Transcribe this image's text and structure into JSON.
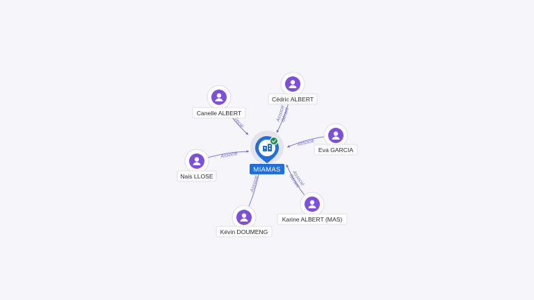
{
  "company": {
    "name": "MIAMAS",
    "status": "active",
    "accent_color": "#1f6fe0",
    "icon": "building-icon",
    "status_icon": "check-icon"
  },
  "people": [
    {
      "id": "canelle",
      "name": "Canelle ALBERT",
      "icon": "person-icon"
    },
    {
      "id": "cedric",
      "name": "Cédric ALBERT",
      "icon": "person-icon"
    },
    {
      "id": "eva",
      "name": "Eva GARCIA",
      "icon": "person-icon"
    },
    {
      "id": "nais",
      "name": "Nais LLOSE",
      "icon": "person-icon"
    },
    {
      "id": "kevin",
      "name": "Kévin DOUMENG",
      "icon": "person-icon"
    },
    {
      "id": "karine",
      "name": "Karine ALBERT (MAS)",
      "icon": "person-icon"
    }
  ],
  "relations": [
    {
      "person": "canelle",
      "roles": [
        "Associé"
      ]
    },
    {
      "person": "cedric",
      "roles": [
        "Gérant",
        "Associé"
      ]
    },
    {
      "person": "eva",
      "roles": [
        "Associé"
      ]
    },
    {
      "person": "nais",
      "roles": [
        "Associé"
      ]
    },
    {
      "person": "kevin",
      "roles": [
        "Associé"
      ]
    },
    {
      "person": "karine",
      "roles": [
        "Gérant",
        "Associé"
      ]
    }
  ],
  "colors": {
    "background": "#f6f6fa",
    "person_disc": "#7c4fe0",
    "edge": "#7a7ad6",
    "edge_label": "#7a6fd8",
    "status_active": "#1e8e4e"
  }
}
